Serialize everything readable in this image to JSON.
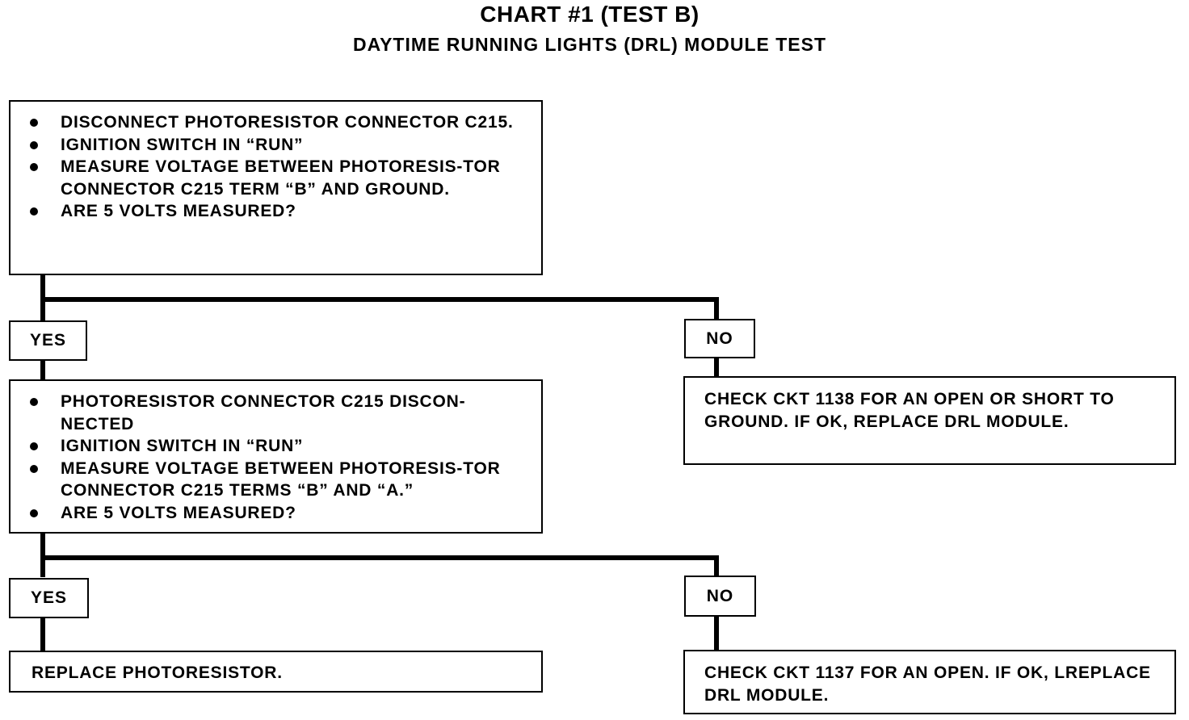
{
  "header": {
    "title": "CHART #1 (TEST B)",
    "subtitle": "DAYTIME RUNNING LIGHTS (DRL) MODULE TEST"
  },
  "step1": {
    "items": [
      "DISCONNECT PHOTORESISTOR CONNECTOR C215.",
      "IGNITION SWITCH IN “RUN”",
      "MEASURE VOLTAGE BETWEEN PHOTORESIS-TOR CONNECTOR C215 TERM “B” AND GROUND.",
      "ARE 5 VOLTS MEASURED?"
    ]
  },
  "branch1": {
    "yes": "YES",
    "no": "NO"
  },
  "result1_no": "CHECK CKT 1138 FOR AN OPEN OR SHORT TO GROUND. IF OK, REPLACE DRL MODULE.",
  "step2": {
    "items": [
      "PHOTORESISTOR CONNECTOR C215 DISCON-NECTED",
      "IGNITION SWITCH IN “RUN”",
      "MEASURE VOLTAGE BETWEEN PHOTORESIS-TOR CONNECTOR C215 TERMS “B” AND “A.”",
      "ARE 5 VOLTS MEASURED?"
    ]
  },
  "branch2": {
    "yes": "YES",
    "no": "NO"
  },
  "result2_yes": "REPLACE PHOTORESISTOR.",
  "result2_no": "CHECK CKT 1137 FOR AN OPEN. IF OK, LREPLACE DRL MODULE."
}
